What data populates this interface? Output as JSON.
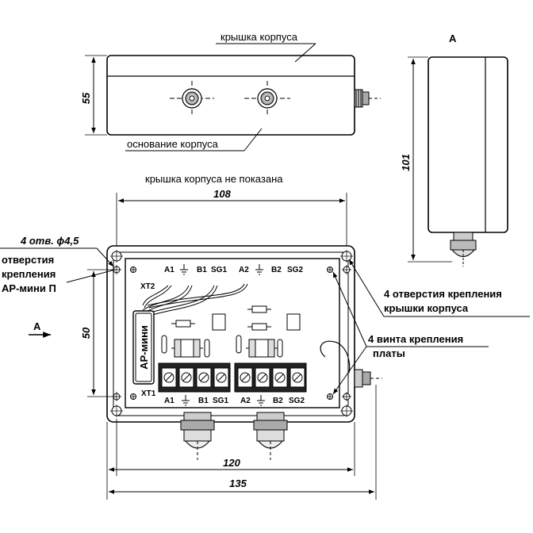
{
  "top_view": {
    "lid_label": "крышка корпуса",
    "base_label": "основание корпуса",
    "height_dim": "55"
  },
  "side_view": {
    "view_letter": "A",
    "height_dim": "101"
  },
  "main_view": {
    "lid_not_shown": "крышка корпуса не показана",
    "dim_width_inner": "108",
    "dim_width_mid": "120",
    "dim_width_outer": "135",
    "dim_height": "50",
    "holes_dim": "4 отв. ϕ4,5",
    "ap_mount_line1": "отверстия",
    "ap_mount_line2": "крепления",
    "ap_mount_line3": "АР-мини П",
    "view_arrow_letter": "A",
    "lid_holes_line1": "4 отверстия крепления",
    "lid_holes_line2": "крышки корпуса",
    "board_screws_line1": "4 винта крепления",
    "board_screws_line2": "платы",
    "module_label": "АР-мини",
    "xt2_label": "XT2",
    "xt1_label": "XT1",
    "top_terminals": [
      "A1",
      "B1",
      "SG1",
      "A2",
      "B2",
      "SG2"
    ],
    "bottom_terminals": [
      "A1",
      "B1",
      "SG1",
      "A2",
      "B2",
      "SG2"
    ]
  }
}
